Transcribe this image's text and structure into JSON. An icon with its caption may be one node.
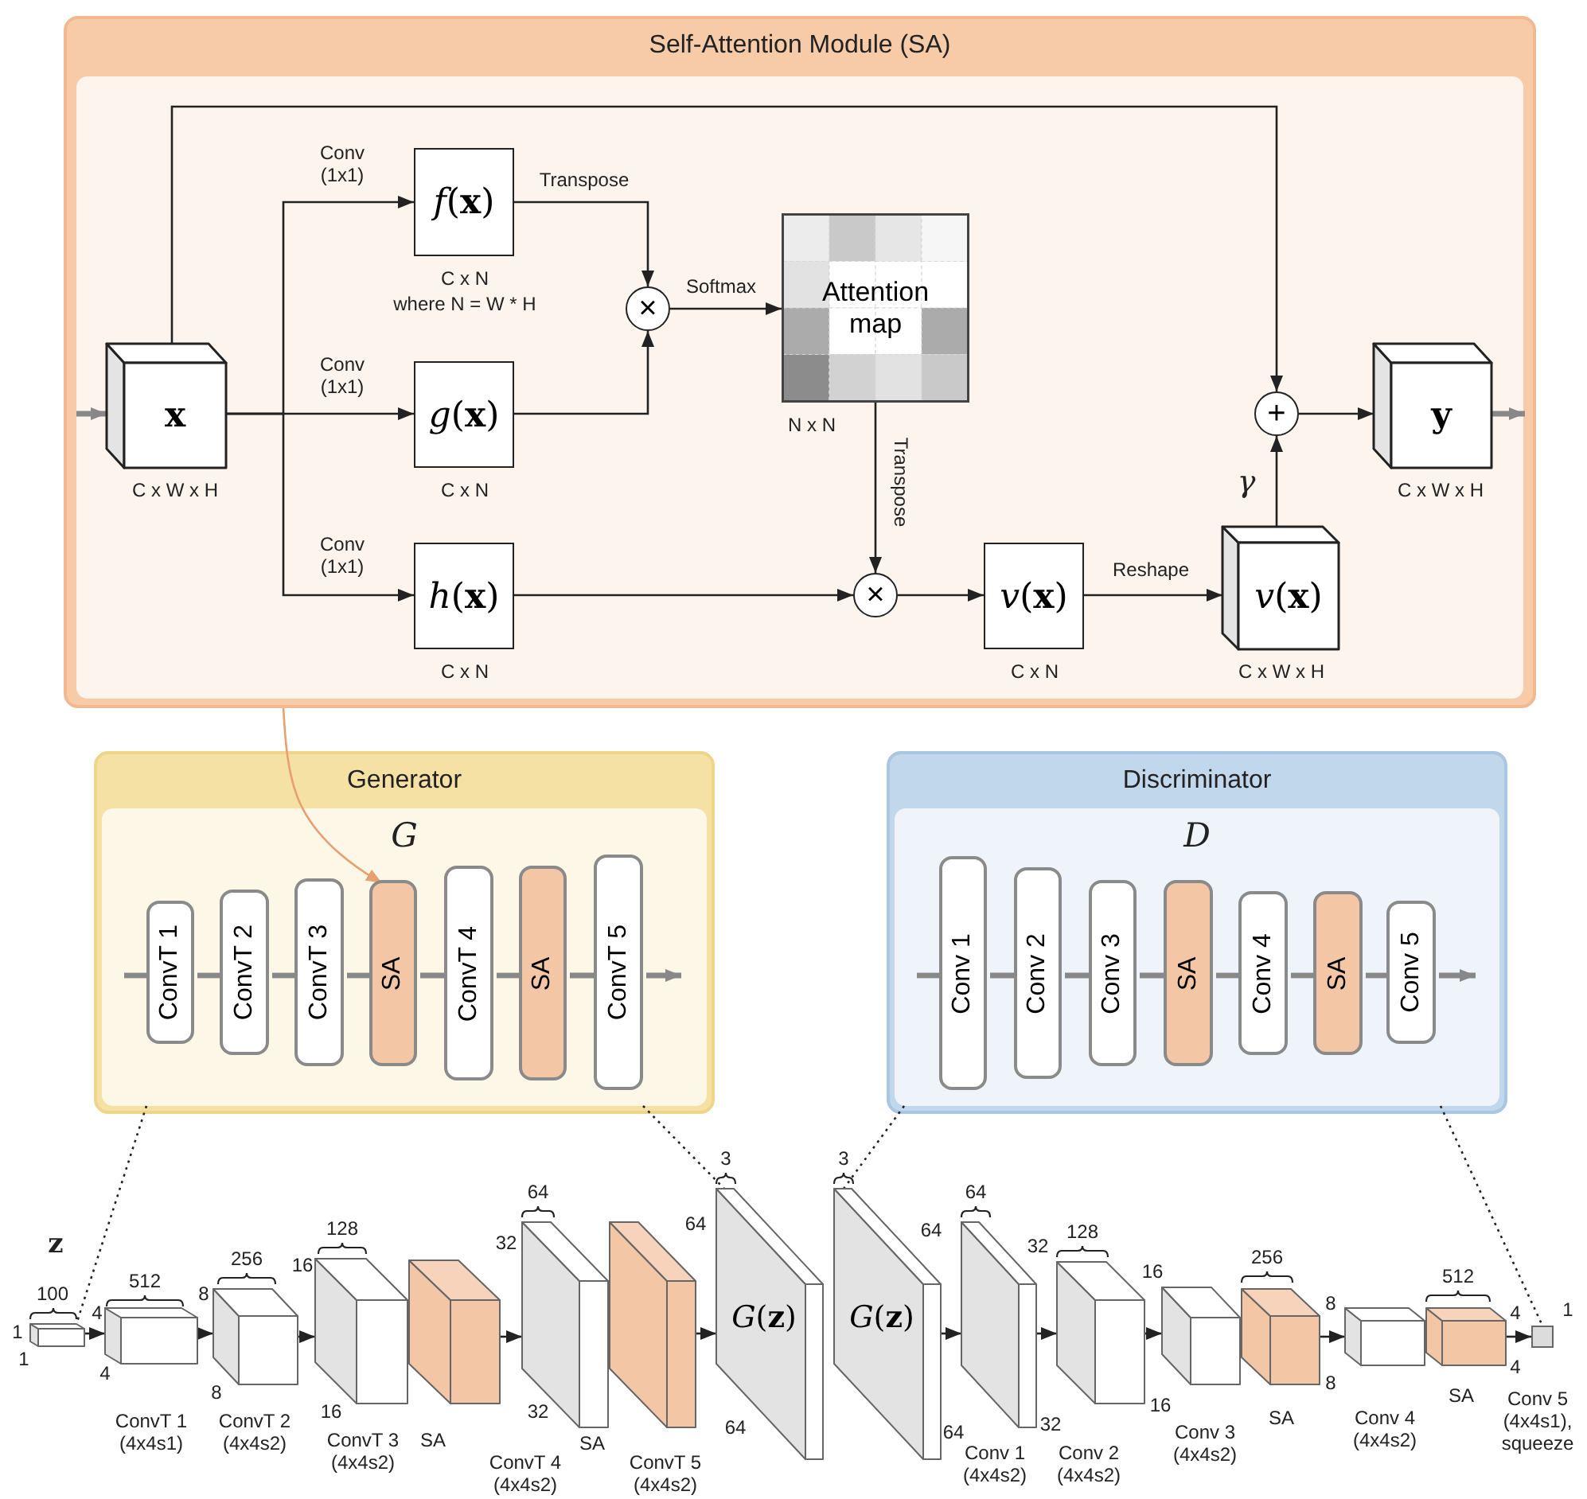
{
  "diagram": {
    "nodes": [
      {
        "text": [
          "Self-Attention Module (SA)"
        ]
      },
      {
        "text": [
          "x"
        ],
        "in": 0,
        "beside": [
          "C x W x H"
        ]
      },
      {
        "text": [
          "*f*(**x**)"
        ],
        "in": 0,
        "beside": [
          "C x N",
          "where N = W * H"
        ]
      },
      {
        "text": [
          "*g*(**x**)"
        ],
        "in": 0,
        "beside": [
          "C x N"
        ]
      },
      {
        "text": [
          "*h*(**x**)"
        ],
        "in": 0,
        "beside": [
          "C x N"
        ]
      },
      {
        "text": [
          "×"
        ],
        "in": 0
      },
      {
        "text": [
          "Attention map"
        ],
        "in": 0,
        "beside": [
          "N x N"
        ]
      },
      {
        "text": [
          "×"
        ],
        "in": 0
      },
      {
        "text": [
          "*v*(**x**)"
        ],
        "in": 0,
        "beside": [
          "C x N"
        ]
      },
      {
        "text": [
          "*v*(**x**)"
        ],
        "in": 0,
        "beside": [
          "C x W x H"
        ]
      },
      {
        "text": [
          "+"
        ],
        "in": 0
      },
      {
        "text": [
          "y"
        ],
        "in": 0,
        "beside": [
          "C x W x H"
        ]
      },
      {
        "text": [
          "Generator"
        ]
      },
      {
        "text": [
          "G"
        ],
        "in": 12
      },
      {
        "text": [
          "ConvT 1"
        ],
        "in": 13
      },
      {
        "text": [
          "ConvT 2"
        ],
        "in": 13
      },
      {
        "text": [
          "ConvT 3"
        ],
        "in": 13
      },
      {
        "text": [
          "SA"
        ],
        "in": 13
      },
      {
        "text": [
          "ConvT 4"
        ],
        "in": 13
      },
      {
        "text": [
          "SA"
        ],
        "in": 13
      },
      {
        "text": [
          "ConvT 5"
        ],
        "in": 13
      },
      {
        "text": [
          "Discriminator"
        ]
      },
      {
        "text": [
          "D"
        ],
        "in": 21
      },
      {
        "text": [
          "Conv 1"
        ],
        "in": 22
      },
      {
        "text": [
          "Conv 2"
        ],
        "in": 22
      },
      {
        "text": [
          "Conv 3"
        ],
        "in": 22
      },
      {
        "text": [
          "SA"
        ],
        "in": 22
      },
      {
        "text": [
          "Conv 4"
        ],
        "in": 22
      },
      {
        "text": [
          "SA"
        ],
        "in": 22
      },
      {
        "text": [
          "Conv 5"
        ],
        "in": 22
      },
      {
        "text": [],
        "shape": "box",
        "beside": [
          "z",
          "100",
          "1",
          "1"
        ]
      },
      {
        "text": [],
        "shape": "box",
        "beside": [
          "512",
          "4",
          "4",
          "ConvT 1 (4x4s1)"
        ]
      },
      {
        "text": [],
        "shape": "box",
        "beside": [
          "256",
          "8",
          "8",
          "ConvT 2 (4x4s2)"
        ]
      },
      {
        "text": [],
        "shape": "box",
        "beside": [
          "128",
          "16",
          "16",
          "ConvT 3 (4x4s2)"
        ]
      },
      {
        "text": [],
        "shape": "box",
        "beside": [
          "SA"
        ]
      },
      {
        "text": [],
        "shape": "box",
        "beside": [
          "64",
          "32",
          "32",
          "ConvT 4 (4x4s2)"
        ]
      },
      {
        "text": [],
        "shape": "box",
        "beside": [
          "SA"
        ]
      },
      {
        "text": [
          "*G*(**z**)"
        ],
        "beside": [
          "3",
          "64",
          "64",
          "ConvT 5 (4x4s2)"
        ]
      },
      {
        "text": [
          "*G*(**z**)"
        ],
        "beside": [
          "3",
          "64",
          "64"
        ]
      },
      {
        "text": [],
        "shape": "box",
        "beside": [
          "64",
          "32",
          "32",
          "Conv 1 (4x4s2)"
        ]
      },
      {
        "text": [],
        "shape": "box",
        "beside": [
          "128",
          "16",
          "16",
          "Conv 2 (4x4s2)"
        ]
      },
      {
        "text": [],
        "shape": "box",
        "beside": [
          "Conv 3 (4x4s2)"
        ]
      },
      {
        "text": [],
        "shape": "box",
        "beside": [
          "256",
          "8",
          "8",
          "SA"
        ]
      },
      {
        "text": [],
        "shape": "box",
        "beside": [
          "Conv 4 (4x4s2)"
        ]
      },
      {
        "text": [],
        "shape": "box",
        "beside": [
          "512",
          "4",
          "4",
          "SA"
        ]
      },
      {
        "text": [],
        "shape": "box",
        "beside": [
          "1",
          "Conv 5 (4x4s1), squeeze"
        ]
      }
    ],
    "edges": [
      {
        "from": null,
        "to": 1,
        "arrow": "to",
        "style": "thick",
        "color": "#888888"
      },
      {
        "from": 1,
        "to": 2,
        "arrow": "to",
        "label": "Conv (1x1)"
      },
      {
        "from": 1,
        "to": 3,
        "arrow": "to",
        "label": "Conv (1x1)"
      },
      {
        "from": 1,
        "to": 4,
        "arrow": "to",
        "label": "Conv (1x1)"
      },
      {
        "from": 1,
        "to": 10,
        "arrow": "to"
      },
      {
        "from": 2,
        "to": 5,
        "arrow": "to",
        "label": "Transpose"
      },
      {
        "from": 3,
        "to": 5,
        "arrow": "to"
      },
      {
        "from": 5,
        "to": 6,
        "arrow": "to",
        "label": "Softmax"
      },
      {
        "from": 6,
        "to": 7,
        "arrow": "to",
        "label": "Transpose"
      },
      {
        "from": 4,
        "to": 7,
        "arrow": "to"
      },
      {
        "from": 7,
        "to": 8,
        "arrow": "to"
      },
      {
        "from": 8,
        "to": 9,
        "arrow": "to",
        "label": "Reshape"
      },
      {
        "from": 9,
        "to": 10,
        "arrow": "to",
        "label": "γ"
      },
      {
        "from": 10,
        "to": 11,
        "arrow": "to"
      },
      {
        "from": 11,
        "to": null,
        "arrow": "to",
        "style": "thick",
        "color": "#888888"
      },
      {
        "from": 0,
        "to": 17,
        "arrow": "to",
        "color": "#e8a070"
      },
      {
        "from": null,
        "to": 14,
        "arrow": "none",
        "style": "thick",
        "color": "#888888"
      },
      {
        "from": 14,
        "to": 15,
        "arrow": "none",
        "style": "thick",
        "color": "#888888"
      },
      {
        "from": 15,
        "to": 16,
        "arrow": "none",
        "style": "thick",
        "color": "#888888"
      },
      {
        "from": 16,
        "to": 17,
        "arrow": "none",
        "style": "thick",
        "color": "#888888"
      },
      {
        "from": 17,
        "to": 18,
        "arrow": "none",
        "style": "thick",
        "color": "#888888"
      },
      {
        "from": 18,
        "to": 19,
        "arrow": "none",
        "style": "thick",
        "color": "#888888"
      },
      {
        "from": 19,
        "to": 20,
        "arrow": "none",
        "style": "thick",
        "color": "#888888"
      },
      {
        "from": 20,
        "to": null,
        "arrow": "to",
        "style": "thick",
        "color": "#888888"
      },
      {
        "from": null,
        "to": 23,
        "arrow": "none",
        "style": "thick",
        "color": "#888888"
      },
      {
        "from": 23,
        "to": 24,
        "arrow": "none",
        "style": "thick",
        "color": "#888888"
      },
      {
        "from": 24,
        "to": 25,
        "arrow": "none",
        "style": "thick",
        "color": "#888888"
      },
      {
        "from": 25,
        "to": 26,
        "arrow": "none",
        "style": "thick",
        "color": "#888888"
      },
      {
        "from": 26,
        "to": 27,
        "arrow": "none",
        "style": "thick",
        "color": "#888888"
      },
      {
        "from": 27,
        "to": 28,
        "arrow": "none",
        "style": "thick",
        "color": "#888888"
      },
      {
        "from": 28,
        "to": 29,
        "arrow": "none",
        "style": "thick",
        "color": "#888888"
      },
      {
        "from": 29,
        "to": null,
        "arrow": "to",
        "style": "thick",
        "color": "#888888"
      },
      {
        "from": 13,
        "to": 30,
        "arrow": "none",
        "style": "dashed"
      },
      {
        "from": 13,
        "to": 37,
        "arrow": "none",
        "style": "dashed"
      },
      {
        "from": 22,
        "to": 38,
        "arrow": "none",
        "style": "dashed"
      },
      {
        "from": 22,
        "to": 45,
        "arrow": "none",
        "style": "dashed"
      },
      {
        "from": 30,
        "to": 31,
        "arrow": "to"
      },
      {
        "from": 31,
        "to": 32,
        "arrow": "to"
      },
      {
        "from": 32,
        "to": 33,
        "arrow": "to"
      },
      {
        "from": 34,
        "to": 35,
        "arrow": "to"
      },
      {
        "from": 36,
        "to": 37,
        "arrow": "to"
      },
      {
        "from": 38,
        "to": 39,
        "arrow": "to"
      },
      {
        "from": 39,
        "to": 40,
        "arrow": "to"
      },
      {
        "from": 40,
        "to": 41,
        "arrow": "to"
      },
      {
        "from": 42,
        "to": 43,
        "arrow": "to"
      },
      {
        "from": 44,
        "to": 45,
        "arrow": "to"
      }
    ]
  }
}
